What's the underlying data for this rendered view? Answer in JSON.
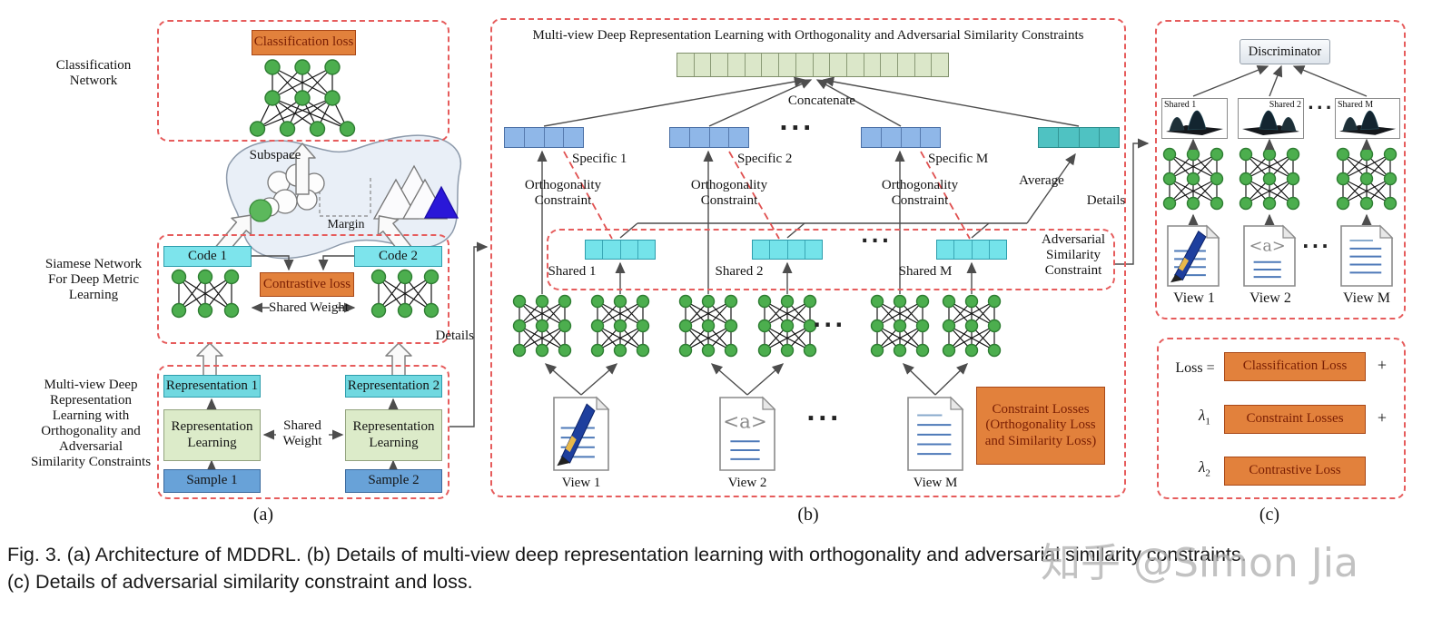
{
  "figure": {
    "caption_line1": "Fig. 3. (a) Architecture of MDDRL. (b) Details of multi-view deep representation learning with orthogonality and adversarial similarity constraints.",
    "caption_line2": "(c) Details of adversarial similarity constraint and loss.",
    "watermark": "知乎 @Simon Jia",
    "code_glyph": "<a>"
  },
  "panel_a": {
    "tag": "(a)",
    "side_labels": {
      "classification_network": "Classification\nNetwork",
      "siamese": "Siamese Network\nFor Deep Metric\nLearning",
      "mddrl": "Multi-view Deep\nRepresentation\nLearning with\nOrthogonality and\nAdversarial\nSimilarity Constraints"
    },
    "classification_loss": "Classification loss",
    "subspace": "Subspace",
    "margin": "Margin",
    "code_1": "Code 1",
    "code_2": "Code 2",
    "contrastive_loss": "Contrastive loss",
    "shared_weight": "Shared Weight",
    "shared_weight_two_line": "Shared\nWeight",
    "representation_1": "Representation 1",
    "representation_2": "Representation 2",
    "representation_learning": "Representation\nLearning",
    "sample_1": "Sample 1",
    "sample_2": "Sample 2",
    "details": "Details"
  },
  "panel_b": {
    "tag": "(b)",
    "title": "Multi-view Deep Representation Learning with Orthogonality and Adversarial Similarity Constraints",
    "concatenate": "Concatenate",
    "specific_1": "Specific 1",
    "specific_2": "Specific 2",
    "specific_m": "Specific M",
    "orthogonality_constraint": "Orthogonality\nConstraint",
    "average": "Average",
    "shared_1": "Shared 1",
    "shared_2": "Shared 2",
    "shared_m": "Shared M",
    "adversarial_similarity_constraint": "Adversarial\nSimilarity\nConstraint",
    "view_1": "View 1",
    "view_2": "View 2",
    "view_m": "View M",
    "constraint_losses_box": "Constraint Losses\n(Orthogonality Loss\nand Similarity Loss)",
    "details": "Details",
    "ellipsis": "..."
  },
  "panel_c": {
    "tag": "(c)",
    "discriminator": "Discriminator",
    "shared_1": "Shared 1",
    "shared_2": "Shared 2",
    "shared_m": "Shared M",
    "view_1": "View 1",
    "view_2": "View 2",
    "view_m": "View M",
    "loss_prefix": "Loss =",
    "lambda_1": {
      "base": "λ",
      "sub": "1"
    },
    "lambda_2": {
      "base": "λ",
      "sub": "2"
    },
    "loss_terms": [
      "Classification Loss",
      "Constraint Losses",
      "Contrastive Loss"
    ],
    "plus": "+",
    "ellipsis": "..."
  },
  "colors": {
    "dashed_border": "#e65c5c",
    "orange_fill": "#e2813c",
    "orange_text": "#7a1f04",
    "cyan_fill": "#7de4ec",
    "teal_fill": "#4fc2c2",
    "specific_blue": "#8fb7e8",
    "sample_blue": "#68a2d8",
    "light_green_fill": "#dcebc9",
    "concat_green": "#dbe7c9",
    "node_green": "#4cae4e"
  }
}
